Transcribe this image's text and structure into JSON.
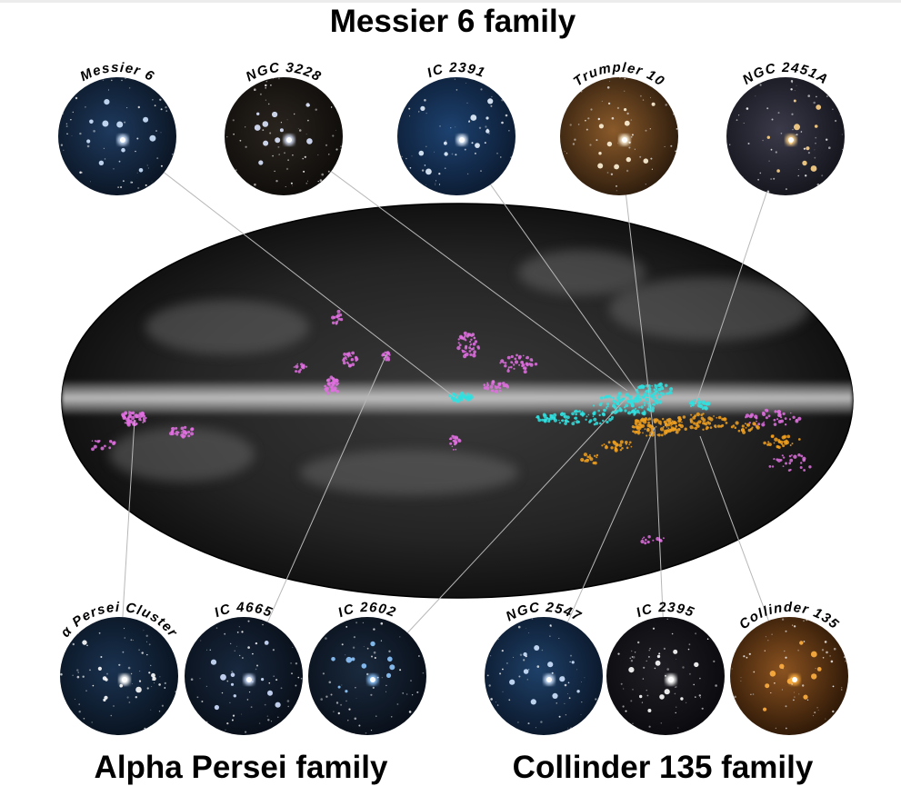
{
  "titles": {
    "top": "Messier 6 family",
    "bottom_left": "Alpha Persei family",
    "bottom_right": "Collinder 135 family"
  },
  "clusters": {
    "top": [
      "Messier 6",
      "NGC 3228",
      "IC 2391",
      "Trumpler 10",
      "NGC 2451A"
    ],
    "bottom_left": [
      "α Persei Cluster",
      "IC 4665",
      "IC 2602"
    ],
    "bottom_right": [
      "NGC 2547",
      "IC 2395",
      "Collinder 135"
    ]
  },
  "family_colors": {
    "alpha_persei": "#e070e0",
    "messier_6": "#30e0e0",
    "collinder_135": "#f0a020"
  }
}
